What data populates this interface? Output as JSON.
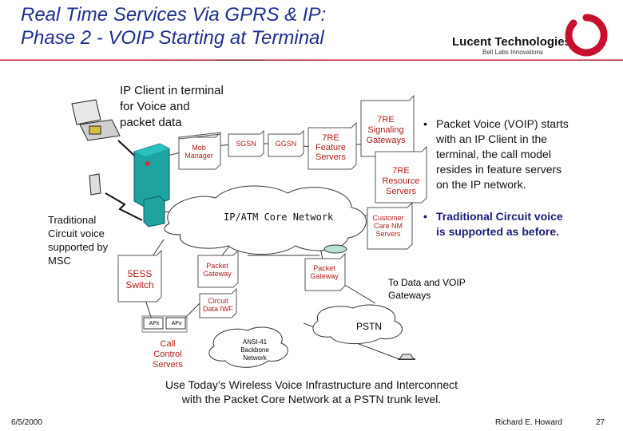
{
  "slide": {
    "title_line1": "Real Time Services Via GPRS & IP:",
    "title_line2": "Phase 2 - VOIP Starting at Terminal",
    "logo_name": "Lucent Technologies",
    "logo_sub": "Bell Labs Innovations",
    "colors": {
      "title": "#1f2f8f",
      "rule": "#c8102e",
      "label_red": "#b21a1a",
      "logo_ring": "#c8102e"
    }
  },
  "diagram": {
    "ip_client_label": [
      "IP Client in terminal",
      "for Voice and",
      "packet data"
    ],
    "mob_manager": [
      "Mob",
      "Manager"
    ],
    "sgsn": "SGSN",
    "ggsn": "GGSN",
    "feature_servers": [
      "7RE",
      "Feature",
      "Servers"
    ],
    "signaling_gateways": [
      "7RE",
      "Signaling",
      "Gateways"
    ],
    "resource_servers": [
      "7RE",
      "Resource",
      "Servers"
    ],
    "core_network": "IP/ATM Core Network",
    "customer_care": [
      "Customer",
      "Care NM",
      "Servers"
    ],
    "traditional_label": [
      "Traditional",
      "Circuit voice",
      "supported by",
      "MSC"
    ],
    "switch_5ess": [
      "5ESS",
      "Switch"
    ],
    "packet_gateway_left": [
      "Packet",
      "Gateway"
    ],
    "packet_gateway_right": [
      "Packet",
      "Gateway"
    ],
    "circuit_data_iwf": [
      "Circuit",
      "Data IWF"
    ],
    "apx_1": "APx",
    "apx_2": "APx",
    "call_control": [
      "Call",
      "Control",
      "Servers"
    ],
    "ansi41": [
      "ANSI-41",
      "Backbone",
      "Network"
    ],
    "pstn": "PSTN",
    "to_data": [
      "To Data and VOIP",
      "Gateways"
    ]
  },
  "bullets": {
    "bullet1": [
      "Packet Voice (VOIP) starts",
      "with an IP Client in the",
      "terminal, the call model",
      "resides in feature servers",
      "on the IP network."
    ],
    "bullet2": [
      "Traditional Circuit voice",
      "is supported as before."
    ]
  },
  "caption": [
    "Use Today’s Wireless Voice Infrastructure and Interconnect",
    "with the Packet Core Network at a PSTN trunk level."
  ],
  "footer": {
    "date": "6/5/2000",
    "author": "Richard E. Howard",
    "page": "27"
  }
}
